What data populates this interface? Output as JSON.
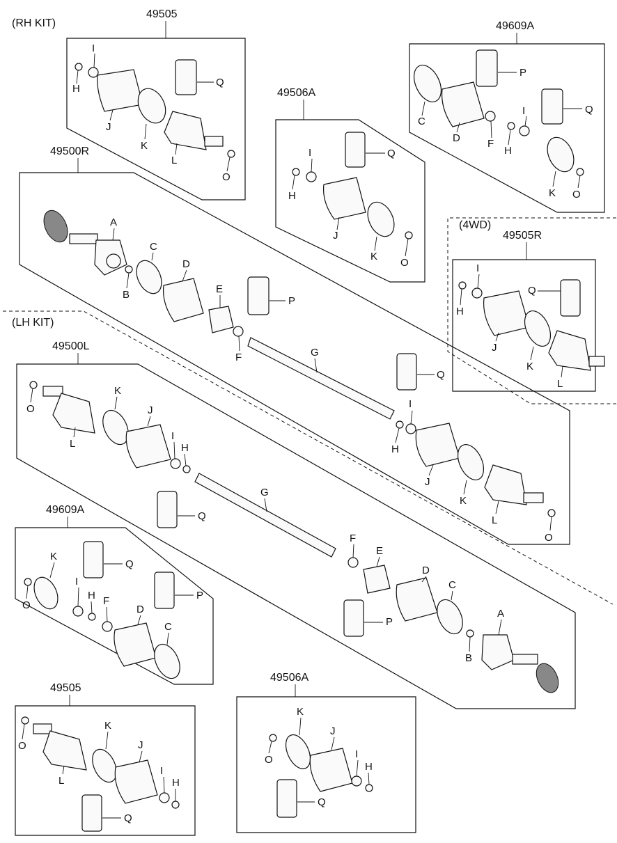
{
  "kit_titles": {
    "rh": "(RH KIT)",
    "lh": "(LH KIT)",
    "fwd": "(4WD)"
  },
  "part_numbers": {
    "rh_49505": "49505",
    "rh_49506a": "49506A",
    "rh_49609a": "49609A",
    "rh_49500r": "49500R",
    "fwd_49505r": "49505R",
    "lh_49500l": "49500L",
    "lh_49609a": "49609A",
    "lh_49505": "49505",
    "lh_49506a": "49506A"
  },
  "callouts": {
    "rk1": [
      "I",
      "H",
      "Q",
      "J",
      "K",
      "L",
      "O"
    ],
    "rk2": [
      "Q",
      "I",
      "H",
      "J",
      "K",
      "O"
    ],
    "rk3": [
      "P",
      "C",
      "Q",
      "D",
      "F",
      "I",
      "H",
      "K",
      "O"
    ],
    "r500": [
      "A",
      "C",
      "B",
      "D",
      "E",
      "P",
      "F",
      "G",
      "Q",
      "I",
      "H",
      "J",
      "K",
      "L",
      "O"
    ],
    "fwd": [
      "I",
      "H",
      "Q",
      "J",
      "K",
      "L"
    ],
    "l500": [
      "O",
      "K",
      "J",
      "L",
      "I",
      "H",
      "Q",
      "G",
      "F",
      "E",
      "D",
      "C",
      "P",
      "A",
      "B"
    ],
    "lk1": [
      "K",
      "Q",
      "O",
      "I",
      "H",
      "P",
      "F",
      "D",
      "C"
    ],
    "lk2": [
      "O",
      "K",
      "J",
      "L",
      "I",
      "H",
      "Q"
    ],
    "lk3": [
      "K",
      "J",
      "O",
      "I",
      "H",
      "Q"
    ]
  }
}
